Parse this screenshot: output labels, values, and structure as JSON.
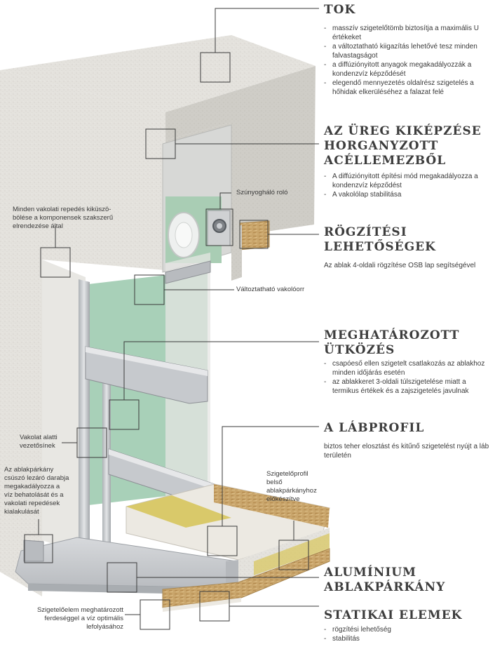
{
  "sections": {
    "tok": {
      "title": "TOK",
      "bullets": [
        "masszív szigetelőtömb biztosítja a maximális U értékeket",
        "a változtatható kiigazítás lehetővé tesz minden falvastagságot",
        "a diffúziónyitott anyagok megakadályozzák a kondenzvíz képződését",
        "elegendő mennyezetés oldalrész szigetelés a hőhidak elkerüléséhez a falazat felé"
      ]
    },
    "ureg": {
      "title": "AZ ÜREG KIKÉPZÉSE HORGANYZOTT ACÉLLEMEZBŐL",
      "bullets": [
        "A diffúziónyitott építési mód megakadályozza a kondenzvíz képződést",
        "A vakolólap stabilitása"
      ]
    },
    "rogzitesi": {
      "title": "RÖGZÍTÉSI LEHETŐSÉGEK",
      "text": "Az ablak 4-oldali rögzítése OSB lap segítségével"
    },
    "utkozes": {
      "title": "MEGHATÁROZOTT ÜTKÖZÉS",
      "bullets": [
        "csapóeső ellen szigetelt csatlakozás az ablakhoz minden időjárás esetén",
        "az ablakkeret 3-oldali túlszigetelése miatt a termikus értékek és a zajszigetelés javulnak"
      ]
    },
    "labprofil": {
      "title": "A LÁBPROFIL",
      "text": "biztos teher elosztást és kitűnő szigetelést nyújt a láb területén"
    },
    "aluminium": {
      "title": "ALUMÍNIUM ABLAKPÁRKÁNY"
    },
    "statikai": {
      "title": "STATIKAI ELEMEK",
      "bullets": [
        "rögzítési lehetőség",
        "stabilitás"
      ]
    }
  },
  "callouts": {
    "vakolat_repedes": "Minden vakolati repedés kiküszö-\nbölése a komponensek szakszerű\nelrendezése által",
    "szunyoghalo": "Szúnyogháló roló",
    "vakoloorr": "Változtatható vakolóorr",
    "vezetosinek": "Vakolat alatti\nvezetősínek",
    "parkany_darab": "Az ablakpárkány\ncsúszó lezáró darabja\nmegakadályozza a\nvíz behatolását és a\nvakolati repedések\nkialakulását",
    "szigeteloprofil": "Szigetelőprofil\nbelső\nablakpárkányhoz\nelőkészítve",
    "szigeteloelem": "Szigetelőelem meghatározott\nferdeséggel a víz optimális\nlefolyásához"
  },
  "colors": {
    "plaster": "#e3e1dc",
    "green_panel": "#9fcbb0",
    "aluminium": "#c9ccd0",
    "osb": "#c8a46a",
    "insulation_yellow": "#d9c96a",
    "text": "#3a3a3a"
  }
}
